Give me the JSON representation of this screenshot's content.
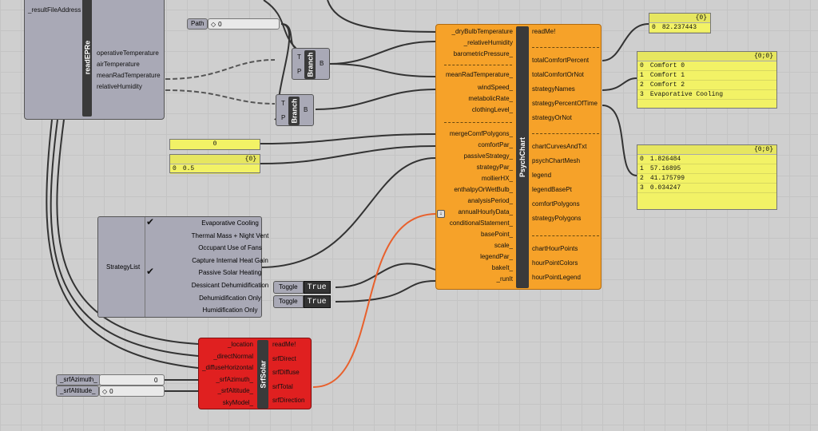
{
  "readEP": {
    "short": "readEPRe",
    "input": "_resultFileAddress",
    "outputs": [
      "operativeTemperature",
      "airTemperature",
      "meanRadTemperature",
      "relativeHumidity"
    ]
  },
  "path_slider": {
    "label": "Path",
    "value": "0"
  },
  "branch": {
    "title": "Branch",
    "in_t": "T",
    "in_p": "P",
    "out": "B"
  },
  "psych": {
    "title": "PsychChart",
    "inputs": [
      "_dryBulbTemperature",
      "_relativeHumidity",
      "barometricPressure_",
      "meanRadTemperature_",
      "windSpeed_",
      "metabolicRate_",
      "clothingLevel_",
      "mergeComfPolygons_",
      "comfortPar_",
      "passiveStrategy_",
      "strategyPar_",
      "mollierHX_",
      "enthalpyOrWetBulb_",
      "analysisPeriod_",
      "annualHourlyData_",
      "conditionalStatement_",
      "basePoint_",
      "scale_",
      "legendPar_",
      "bakeIt_",
      "_runIt"
    ],
    "outputs": [
      "readMe!",
      "totalComfortPercent",
      "totalComfortOrNot",
      "strategyNames",
      "strategyPercentOfTime",
      "strategyOrNot",
      "chartCurvesAndTxt",
      "psychChartMesh",
      "legend",
      "legendBasePt",
      "comfortPolygons",
      "strategyPolygons",
      "chartHourPoints",
      "hourPointColors",
      "hourPointLegend"
    ]
  },
  "panel_comfort": {
    "header": "{0}",
    "rows": [
      {
        "i": "0",
        "v": "82.237443"
      }
    ]
  },
  "panel_names": {
    "header": "{0;0}",
    "rows": [
      {
        "i": "0",
        "v": "Comfort 0"
      },
      {
        "i": "1",
        "v": "Comfort 1"
      },
      {
        "i": "2",
        "v": "Comfort 2"
      },
      {
        "i": "3",
        "v": "Evaporative Cooling"
      }
    ]
  },
  "panel_pct": {
    "header": "{0;0}",
    "rows": [
      {
        "i": "0",
        "v": "1.826484"
      },
      {
        "i": "1",
        "v": "57.16895"
      },
      {
        "i": "2",
        "v": "41.175799"
      },
      {
        "i": "3",
        "v": "0.034247"
      }
    ]
  },
  "panel_zero": {
    "value": "0"
  },
  "panel_half": {
    "header": "{0}",
    "rows": [
      {
        "i": "0",
        "v": "0.5"
      }
    ]
  },
  "strategy_list": {
    "label": "StrategyList",
    "items": [
      {
        "label": "Evaporative Cooling",
        "checked": true
      },
      {
        "label": "Thermal Mass + Night Vent",
        "checked": false
      },
      {
        "label": "Occupant Use of Fans",
        "checked": false
      },
      {
        "label": "Capture Internal Heat Gain",
        "checked": false
      },
      {
        "label": "Passive Solar Heating",
        "checked": true
      },
      {
        "label": "Dessicant Dehumidification",
        "checked": false
      },
      {
        "label": "Dehumidification Only",
        "checked": false
      },
      {
        "label": "Humidification Only",
        "checked": false
      }
    ]
  },
  "toggles": [
    {
      "label": "Toggle",
      "value": "True"
    },
    {
      "label": "Toggle",
      "value": "True"
    }
  ],
  "srf": {
    "title": "SrfSolar",
    "inputs": [
      "_location",
      "_directNormal",
      "_diffuseHorizontal",
      "_srfAzimuth_",
      "_srfAltitude_",
      "skyModel_"
    ],
    "outputs": [
      "readMe!",
      "srfDirect",
      "srfDiffuse",
      "srfTotal",
      "srfDirection"
    ]
  },
  "sliders": [
    {
      "label": "_srfAzimuth_",
      "value": "0"
    },
    {
      "label": "_srfAltitude_",
      "value": "0"
    }
  ],
  "icons": {
    "check": "checkmark-icon",
    "flatten": "flatten-arrow-icon",
    "diamond": "diamond-icon"
  },
  "colors": {
    "canvas": "#cfcfcf",
    "component": "#a9a9b6",
    "psych": "#f6a229",
    "solar": "#e02020",
    "panel": "#f2f266",
    "wire_highlight": "#e8602c"
  }
}
